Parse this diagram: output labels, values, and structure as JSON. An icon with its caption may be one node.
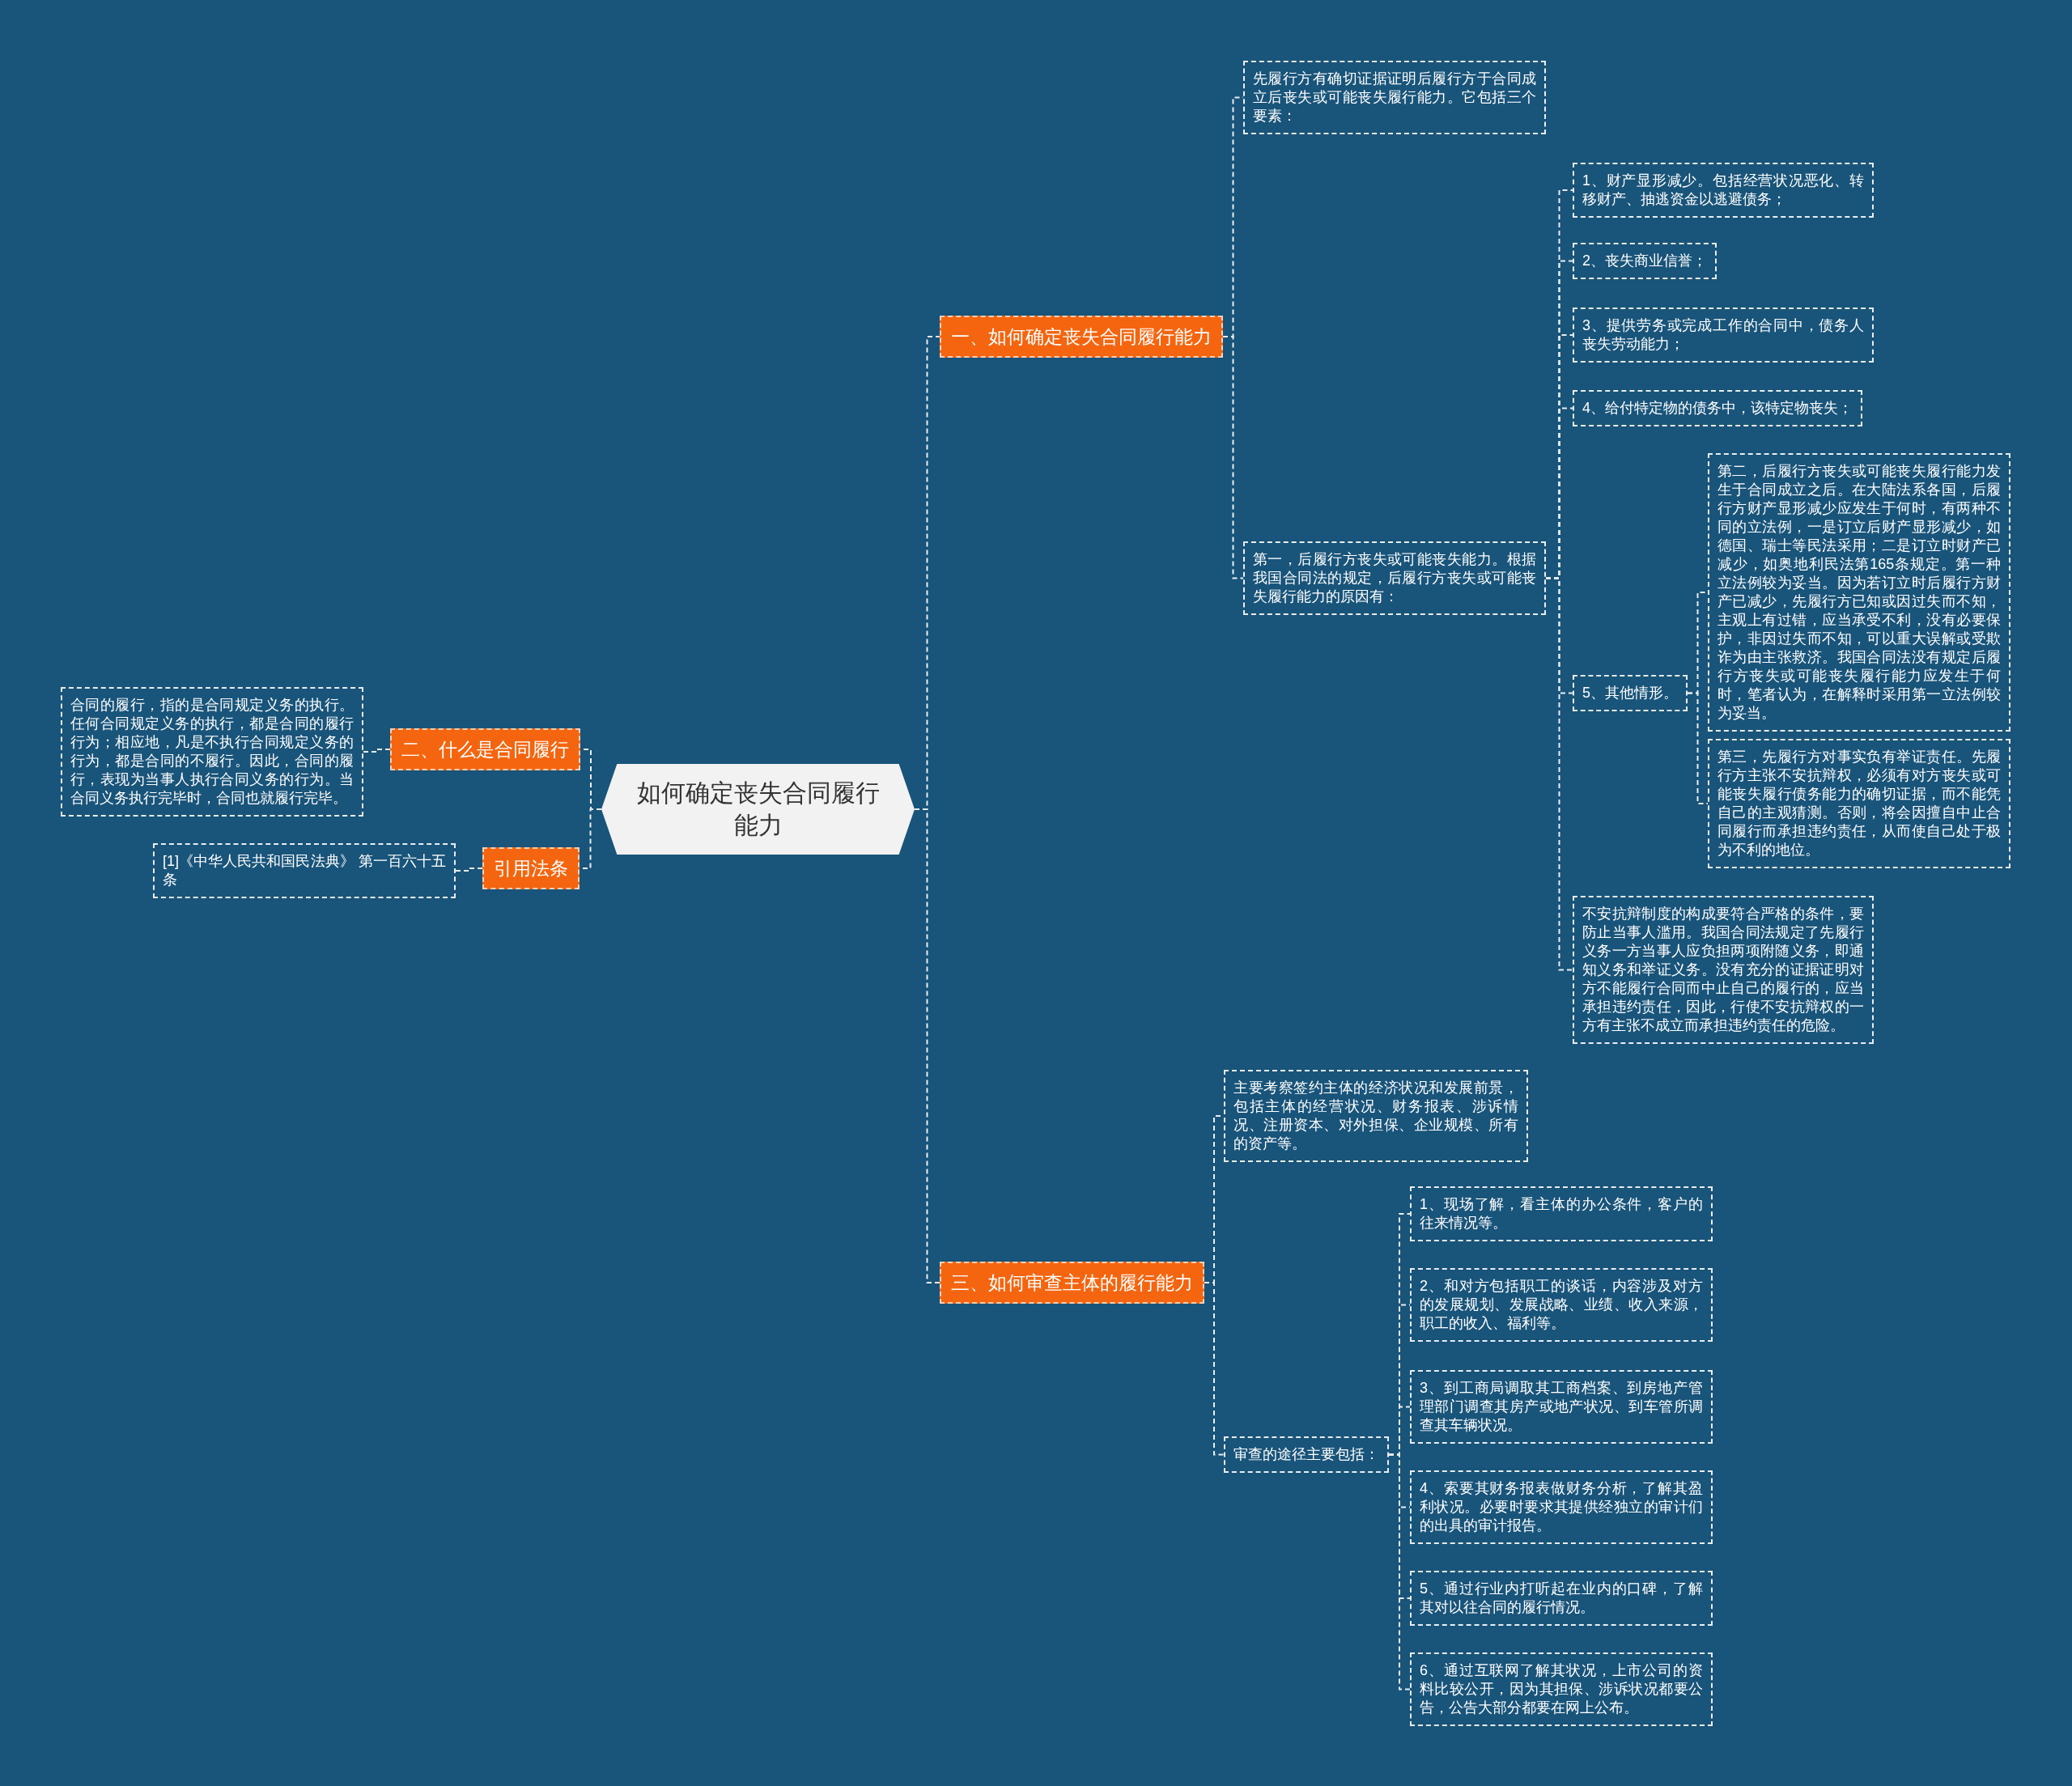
{
  "diagram": {
    "nodes": [
      {
        "text": [
          "如何确定丧失合同履行能力"
        ]
      },
      {
        "text": [
          "一、如何确定丧失合同履行能力"
        ]
      },
      {
        "text": [
          "先履行方有确切证据证明后履行方于合同成立后丧失或可能丧失履行能力。它包括三个要素："
        ]
      },
      {
        "text": [
          "第一，后履行方丧失或可能丧失能力。根据我国合同法的规定，后履行方丧失或可能丧失履行能力的原因有："
        ]
      },
      {
        "text": [
          "1、财产显形减少。包括经营状况恶化、转移财产、抽逃资金以逃避债务；"
        ]
      },
      {
        "text": [
          "2、丧失商业信誉；"
        ]
      },
      {
        "text": [
          "3、提供劳务或完成工作的合同中，债务人丧失劳动能力；"
        ]
      },
      {
        "text": [
          "4、给付特定物的债务中，该特定物丧失；"
        ]
      },
      {
        "text": [
          "5、其他情形。"
        ]
      },
      {
        "text": [
          "第二，后履行方丧失或可能丧失履行能力发生于合同成立之后。在大陆法系各国，后履行方财产显形减少应发生于何时，有两种不同的立法例，一是订立后财产显形减少，如德国、瑞士等民法采用；二是订立时财产已减少，如奥地利民法第165条规定。第一种立法例较为妥当。因为若订立时后履行方财产已减少，先履行方已知或因过失而不知，主观上有过错，应当承受不利，没有必要保护，非因过失而不知，可以重大误解或受欺诈为由主张救济。我国合同法没有规定后履行方丧失或可能丧失履行能力应发生于何时，笔者认为，在解释时采用第一立法例较为妥当。"
        ]
      },
      {
        "text": [
          "第三，先履行方对事实负有举证责任。先履行方主张不安抗辩权，必须有对方丧失或可能丧失履行债务能力的确切证据，而不能凭自己的主观猜测。否则，将会因擅自中止合同履行而承担违约责任，从而使自己处于极为不利的地位。"
        ]
      },
      {
        "text": [
          "不安抗辩制度的构成要符合严格的条件，要防止当事人滥用。我国合同法规定了先履行义务一方当事人应负担两项附随义务，即通知义务和举证义务。没有充分的证据证明对方不能履行合同而中止自己的履行的，应当承担违约责任，因此，行使不安抗辩权的一方有主张不成立而承担违约责任的危险。"
        ]
      },
      {
        "text": [
          "二、什么是合同履行"
        ]
      },
      {
        "text": [
          "合同的履行，指的是合同规定义务的执行。任何合同规定义务的执行，都是合同的履行行为；相应地，凡是不执行合同规定义务的行为，都是合同的不履行。因此，合同的履行，表现为当事人执行合同义务的行为。当合同义务执行完毕时，合同也就履行完毕。"
        ]
      },
      {
        "text": [
          "引用法条"
        ]
      },
      {
        "text": [
          "[1]《中华人民共和国民法典》 第一百六十五条"
        ]
      },
      {
        "text": [
          "三、如何审查主体的履行能力"
        ]
      },
      {
        "text": [
          "主要考察签约主体的经济状况和发展前景，包括主体的经营状况、财务报表、涉诉情况、注册资本、对外担保、企业规模、所有的资产等。"
        ]
      },
      {
        "text": [
          "审查的途径主要包括："
        ]
      },
      {
        "text": [
          "1、现场了解，看主体的办公条件，客户的往来情况等。"
        ]
      },
      {
        "text": [
          "2、和对方包括职工的谈话，内容涉及对方的发展规划、发展战略、业绩、收入来源，职工的收入、福利等。"
        ]
      },
      {
        "text": [
          "3、到工商局调取其工商档案、到房地产管理部门调查其房产或地产状况、到车管所调查其车辆状况。"
        ]
      },
      {
        "text": [
          "4、索要其财务报表做财务分析，了解其盈利状况。必要时要求其提供经独立的审计们的出具的审计报告。"
        ]
      },
      {
        "text": [
          "5、通过行业内打听起在业内的口碑，了解其对以往合同的履行情况。"
        ]
      },
      {
        "text": [
          "6、通过互联网了解其状况，上市公司的资料比较公开，因为其担保、涉诉状况都要公告，公告大部分都要在网上公布。"
        ]
      }
    ],
    "edges": [
      {
        "from": 0,
        "to": 1,
        "arrow": "none"
      },
      {
        "from": 1,
        "to": 2,
        "arrow": "none"
      },
      {
        "from": 1,
        "to": 3,
        "arrow": "none"
      },
      {
        "from": 3,
        "to": 4,
        "arrow": "none"
      },
      {
        "from": 3,
        "to": 5,
        "arrow": "none"
      },
      {
        "from": 3,
        "to": 6,
        "arrow": "none"
      },
      {
        "from": 3,
        "to": 7,
        "arrow": "none"
      },
      {
        "from": 3,
        "to": 8,
        "arrow": "none"
      },
      {
        "from": 8,
        "to": 9,
        "arrow": "none"
      },
      {
        "from": 8,
        "to": 10,
        "arrow": "none"
      },
      {
        "from": 3,
        "to": 11,
        "arrow": "none"
      },
      {
        "from": 0,
        "to": 12,
        "arrow": "none"
      },
      {
        "from": 12,
        "to": 13,
        "arrow": "none"
      },
      {
        "from": 0,
        "to": 14,
        "arrow": "none"
      },
      {
        "from": 14,
        "to": 15,
        "arrow": "none"
      },
      {
        "from": 0,
        "to": 16,
        "arrow": "none"
      },
      {
        "from": 16,
        "to": 17,
        "arrow": "none"
      },
      {
        "from": 16,
        "to": 18,
        "arrow": "none"
      },
      {
        "from": 18,
        "to": 19,
        "arrow": "none"
      },
      {
        "from": 18,
        "to": 20,
        "arrow": "none"
      },
      {
        "from": 18,
        "to": 21,
        "arrow": "none"
      },
      {
        "from": 18,
        "to": 22,
        "arrow": "none"
      },
      {
        "from": 18,
        "to": 23,
        "arrow": "none"
      },
      {
        "from": 18,
        "to": 24,
        "arrow": "none"
      }
    ]
  }
}
